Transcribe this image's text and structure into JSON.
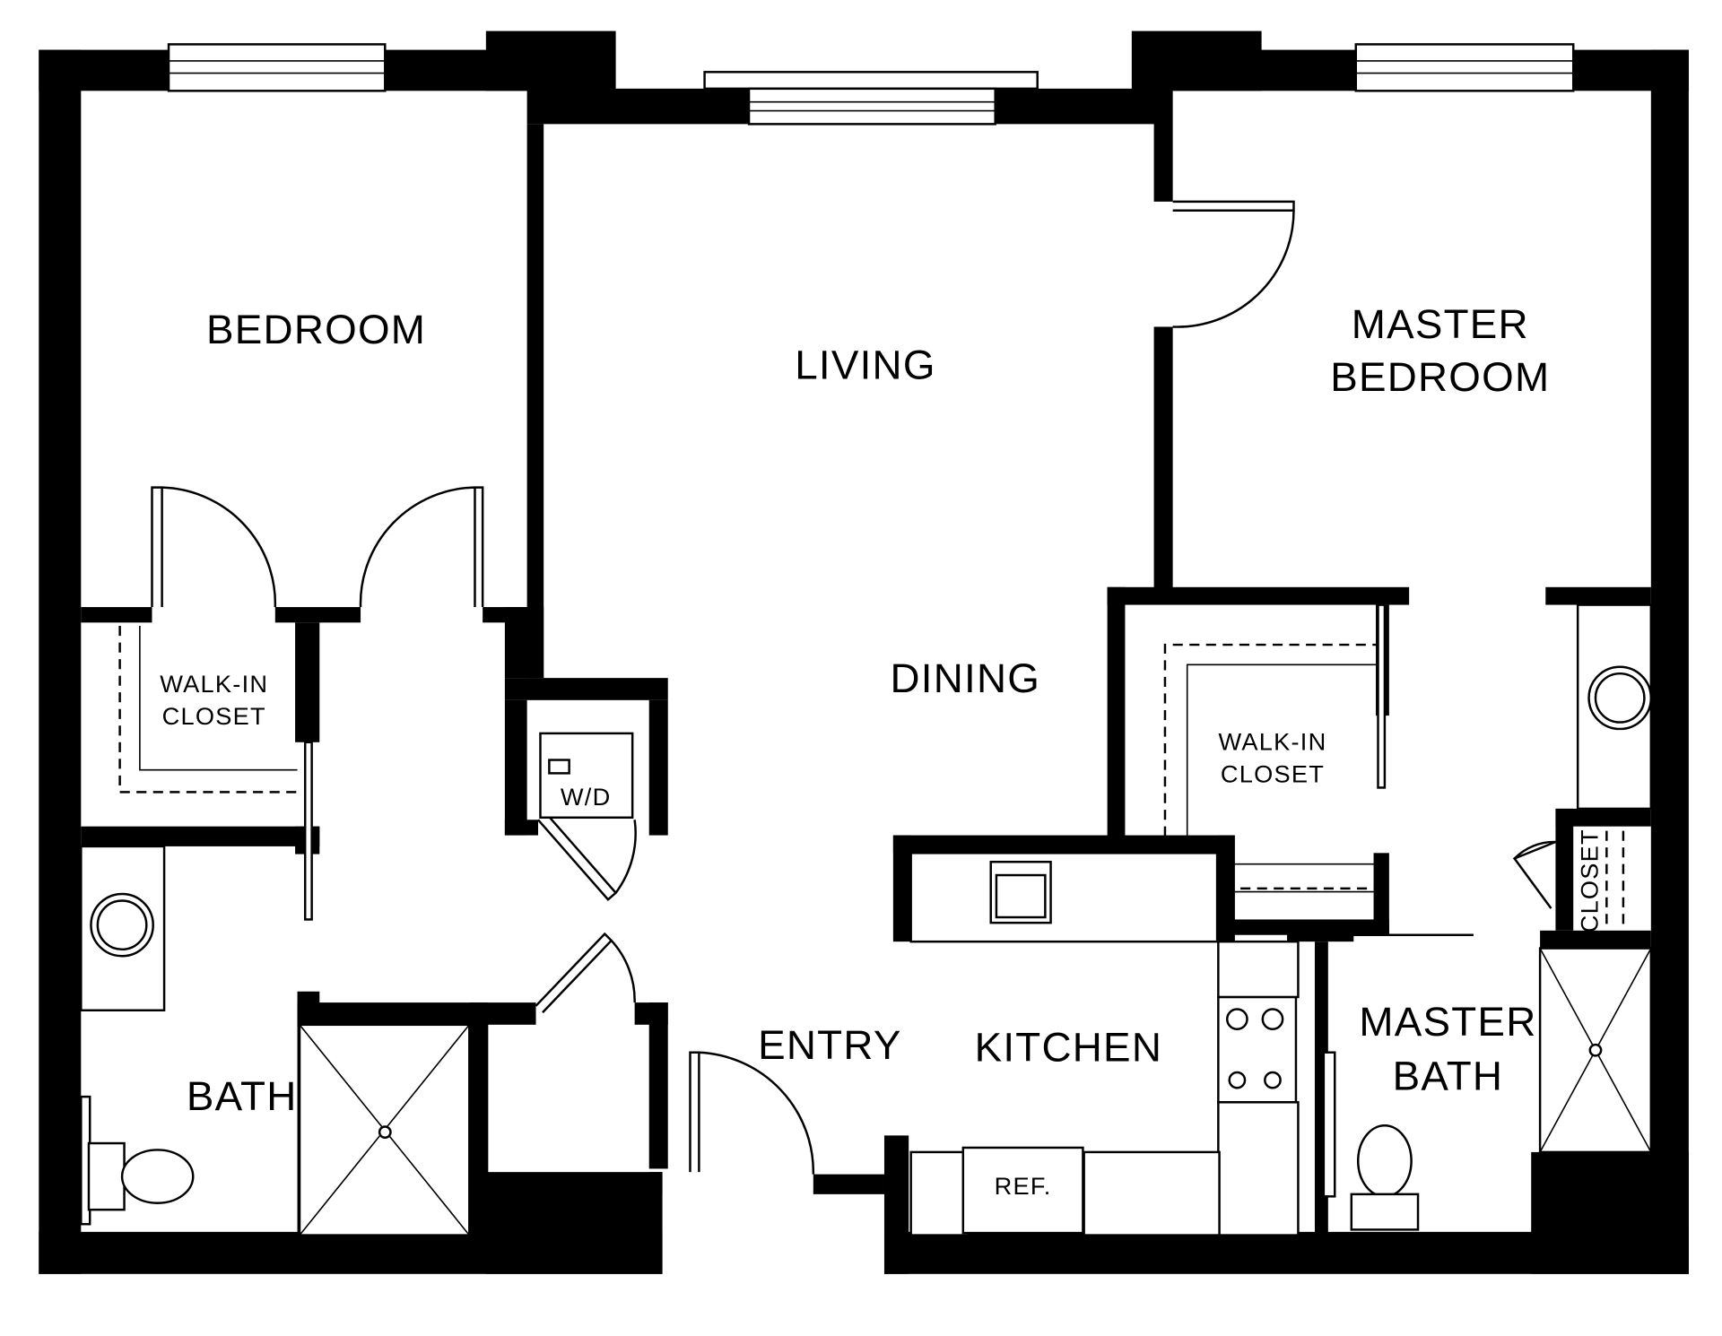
{
  "floor_plan": {
    "rooms": {
      "bedroom": "BEDROOM",
      "living": "LIVING",
      "master_bedroom_line1": "MASTER",
      "master_bedroom_line2": "BEDROOM",
      "dining": "DINING",
      "walk_in_closet_left_line1": "WALK-IN",
      "walk_in_closet_left_line2": "CLOSET",
      "walk_in_closet_right_line1": "WALK-IN",
      "walk_in_closet_right_line2": "CLOSET",
      "wd": "W/D",
      "entry": "ENTRY",
      "kitchen": "KITCHEN",
      "bath": "BATH",
      "master_bath_line1": "MASTER",
      "master_bath_line2": "BATH",
      "ref": "REF.",
      "closet": "CLOSET"
    },
    "wall_color": "#000000",
    "background_color": "#ffffff"
  }
}
